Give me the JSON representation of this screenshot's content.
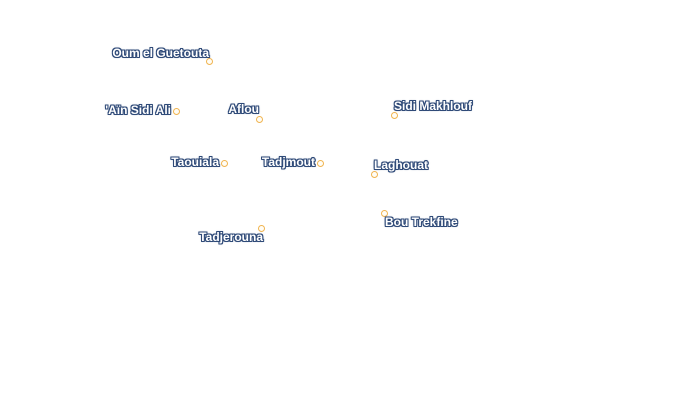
{
  "map": {
    "places": [
      {
        "name": "Oum el Guetouta"
      },
      {
        "name": "'Aïn Sidi Ali"
      },
      {
        "name": "Aflou"
      },
      {
        "name": "Sidi Makhlouf"
      },
      {
        "name": "Taouiala"
      },
      {
        "name": "Tadjmout"
      },
      {
        "name": "Laghouat"
      },
      {
        "name": "Bou Trekfine"
      },
      {
        "name": "Tadjerouna"
      }
    ],
    "colors": {
      "marker_stroke": "#f0b450",
      "label_halo": "#2f4a78",
      "label_text": "#ffffff",
      "background": "#ffffff"
    }
  }
}
